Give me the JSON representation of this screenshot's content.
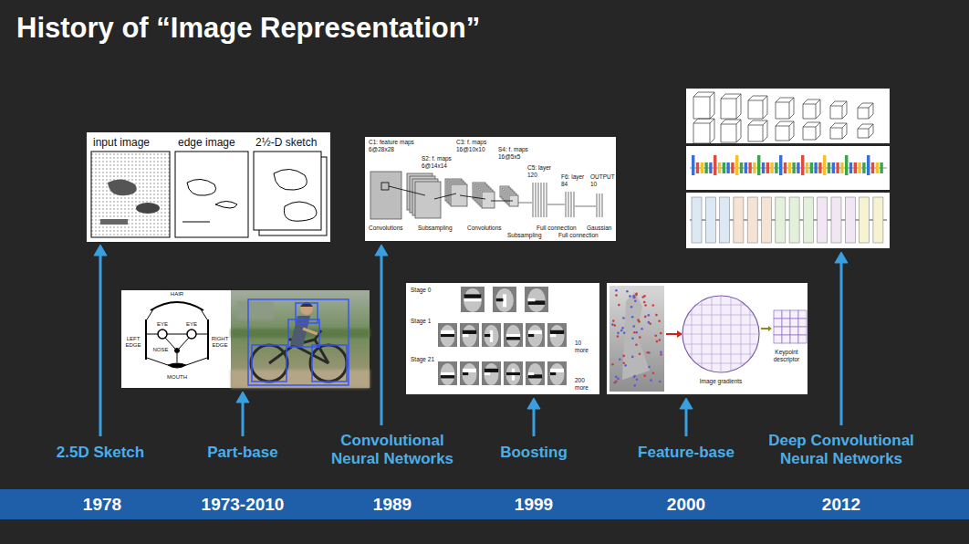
{
  "diagram": {
    "title": "History of “Image Representation”",
    "nodes": [
      {
        "text": [
          "1978",
          "1973-2010",
          "1989",
          "1999",
          "2000",
          "2012"
        ]
      }
    ],
    "labels": [
      "2.5D Sketch",
      "Part-base",
      "Convolutional Neural Networks",
      "Boosting",
      "Feature-base",
      "Deep Convolutional Neural Networks",
      "input image",
      "edge image",
      "2½-D sketch",
      "HAIR",
      "EYE",
      "EYE",
      "LEFT EDGE",
      "RIGHT EDGE",
      "NOSE",
      "MOUTH",
      "C1: feature maps 6@28x28",
      "C3: f. maps 16@10x10",
      "S2: f. maps 6@14x14",
      "S4: f. maps 16@5x5",
      "C5: layer 120",
      "F6: layer 84",
      "OUTPUT 10",
      "Convolutions",
      "Subsampling",
      "Convolutions",
      "Subsampling",
      "Full connection",
      "Full connection",
      "Gaussian",
      "Stage 0",
      "Stage 1",
      "Stage 21",
      "10 more",
      "200 more",
      "Image gradients",
      "Keypoint descriptor"
    ]
  }
}
